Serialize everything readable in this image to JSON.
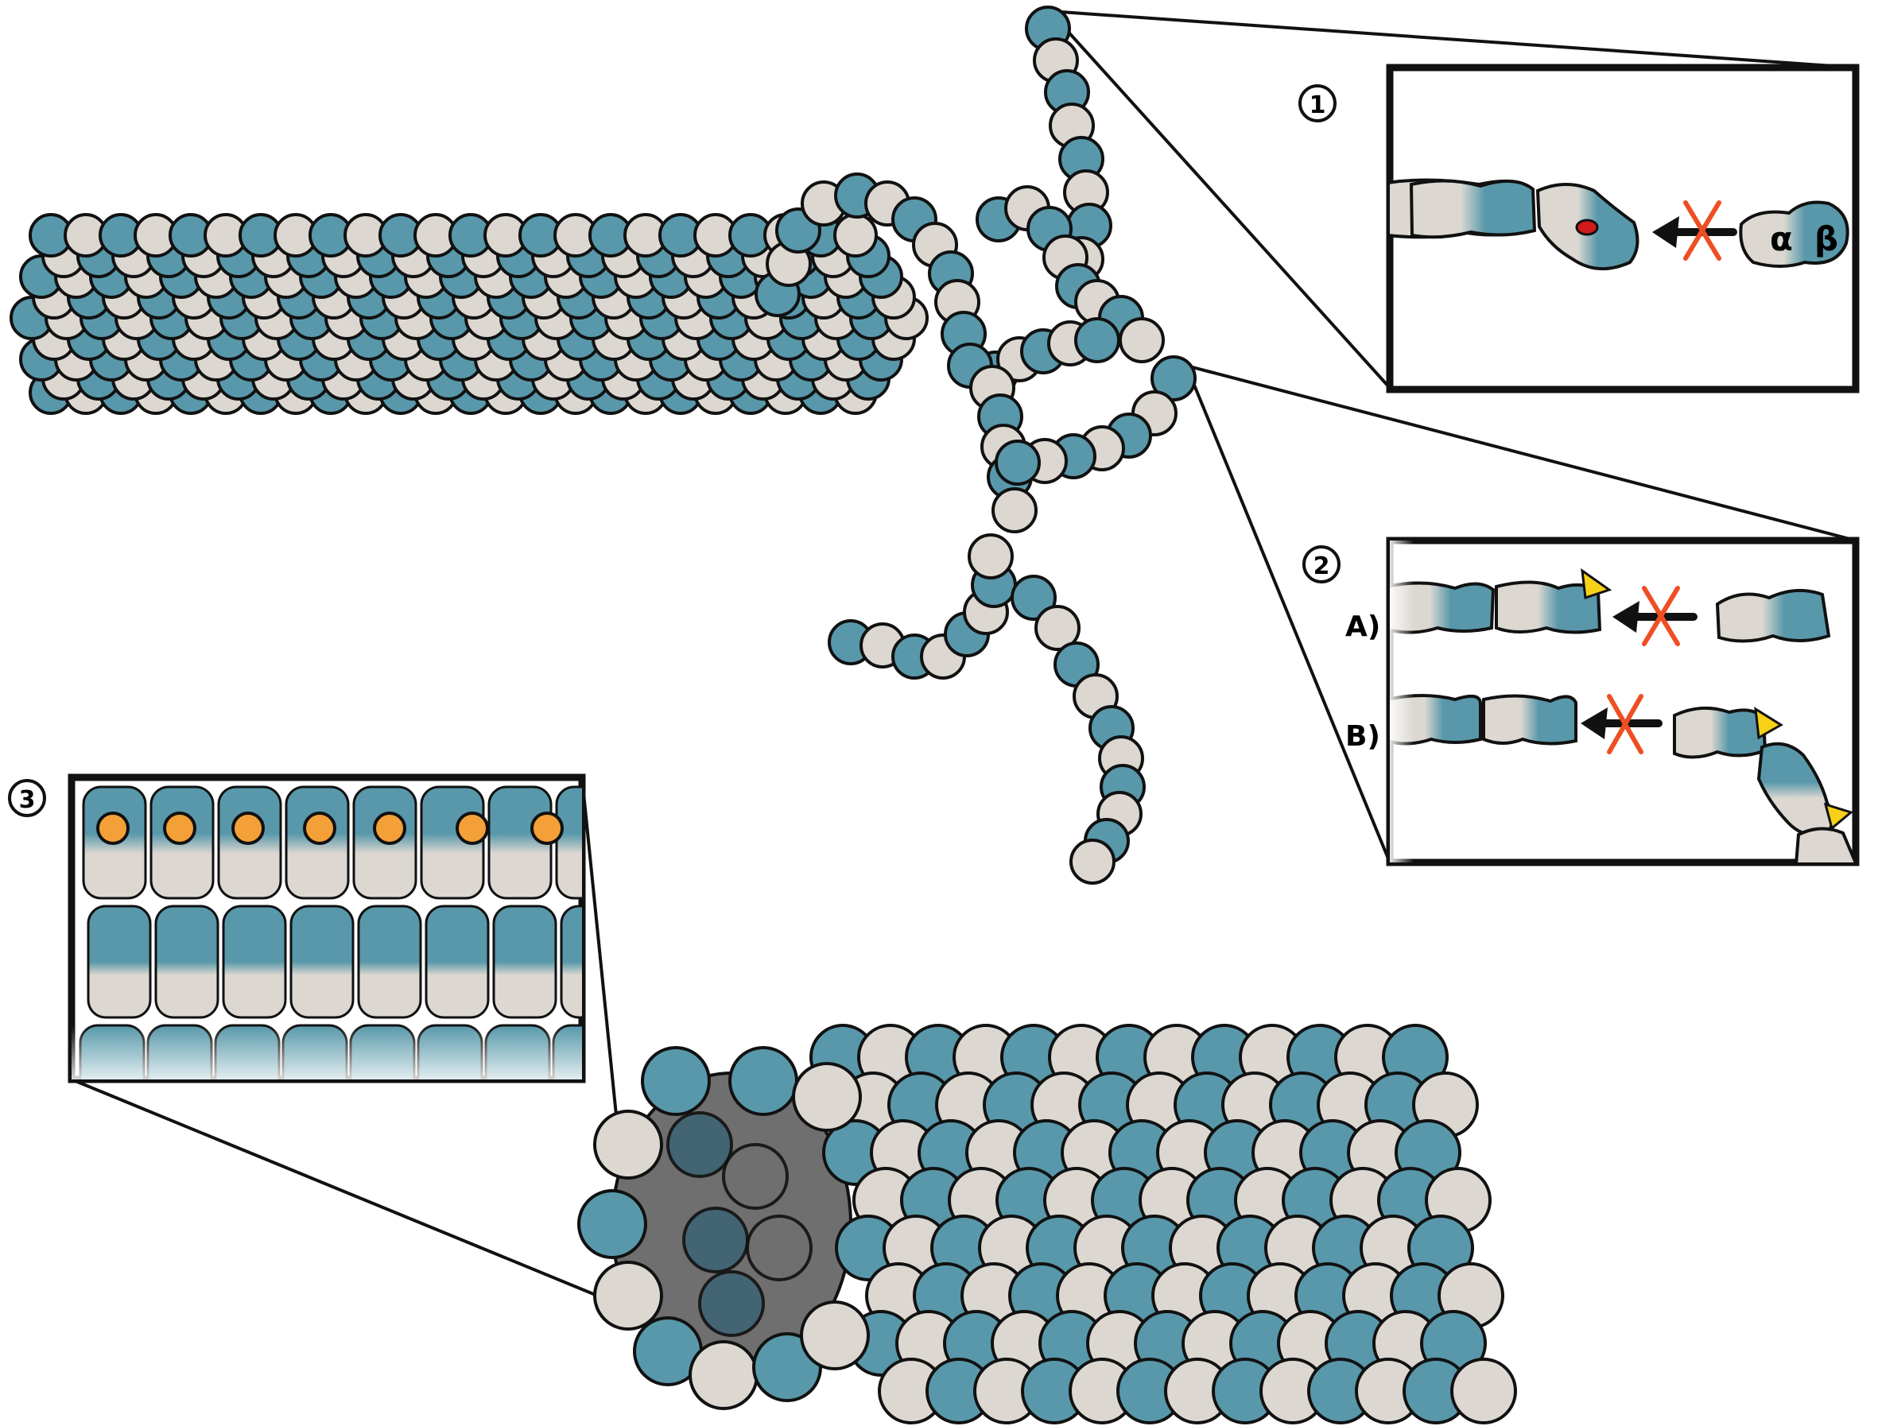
{
  "colors": {
    "alpha": "#dcd8d1",
    "beta": "#5898aa",
    "outline": "#111111",
    "lumen": "#6f6f6f",
    "lumen_dark": "#3f6574",
    "marker_red": "#d11a1a",
    "cross": "#ef4e23",
    "tag_yellow": "#f7d117",
    "lipid_orange": "#f4a038"
  },
  "labels": {
    "panel1_number": "1",
    "panel2_number": "2",
    "panel3_number": "3",
    "alpha_letter": "α",
    "beta_letter": "β",
    "row_a": "A)",
    "row_b": "B)"
  },
  "icons": [
    "x-mark-icon",
    "arrow-left-icon",
    "lipid-headgroup-icon",
    "gtp-tag-icon"
  ]
}
